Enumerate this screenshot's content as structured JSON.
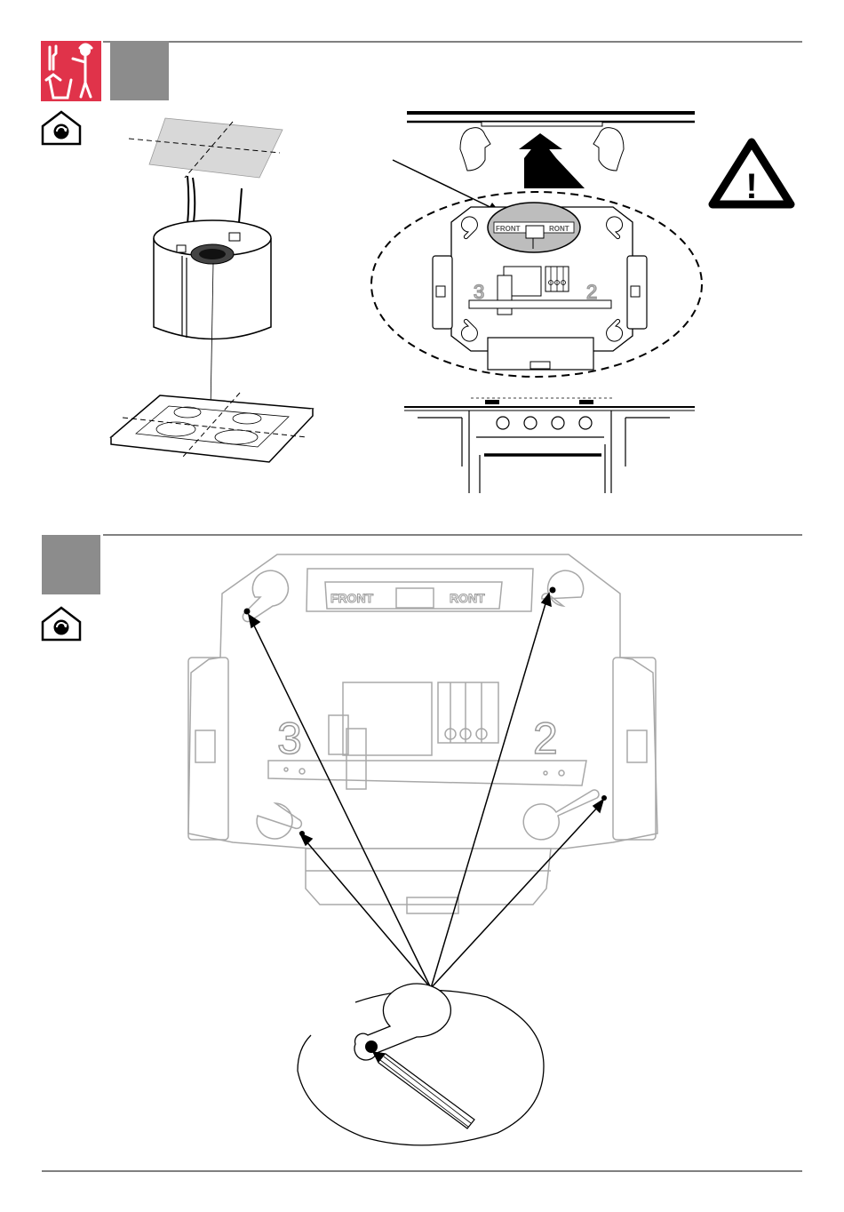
{
  "page": {
    "background": "#ffffff",
    "ink": "#000000",
    "grey_box": "#8c8c8c",
    "light_line": "#a8a8a8"
  },
  "step1": {
    "icons": [
      "tools-worker-icon",
      "ceiling-mount-house-icon"
    ],
    "warning_symbol": "!",
    "plate_labels": {
      "front_left": "FRONT",
      "front_right": "RONT",
      "num_left": "3",
      "num_right": "2"
    }
  },
  "step2": {
    "icons": [
      "ceiling-mount-house-icon"
    ],
    "plate_labels": {
      "front_left": "FRONT",
      "front_right": "RONT",
      "num_left": "3",
      "num_right": "2"
    }
  }
}
